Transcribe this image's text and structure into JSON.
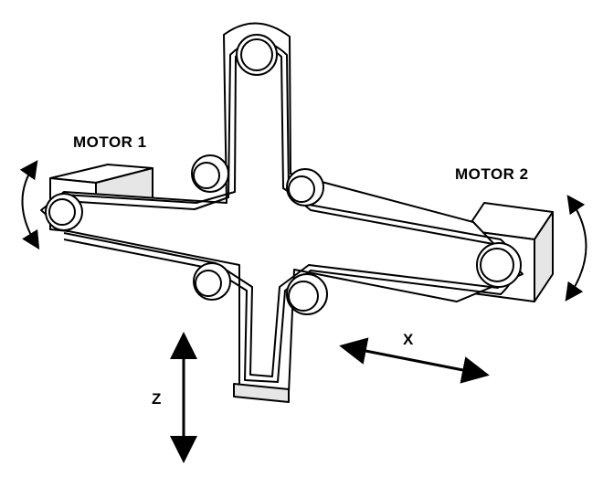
{
  "labels": {
    "motor1": "MOTOR 1",
    "motor2": "MOTOR 2",
    "axis_x": "X",
    "axis_z": "Z"
  },
  "colors": {
    "line": "#000000",
    "fill": "#ffffff",
    "shade": "#e6e6e6"
  }
}
